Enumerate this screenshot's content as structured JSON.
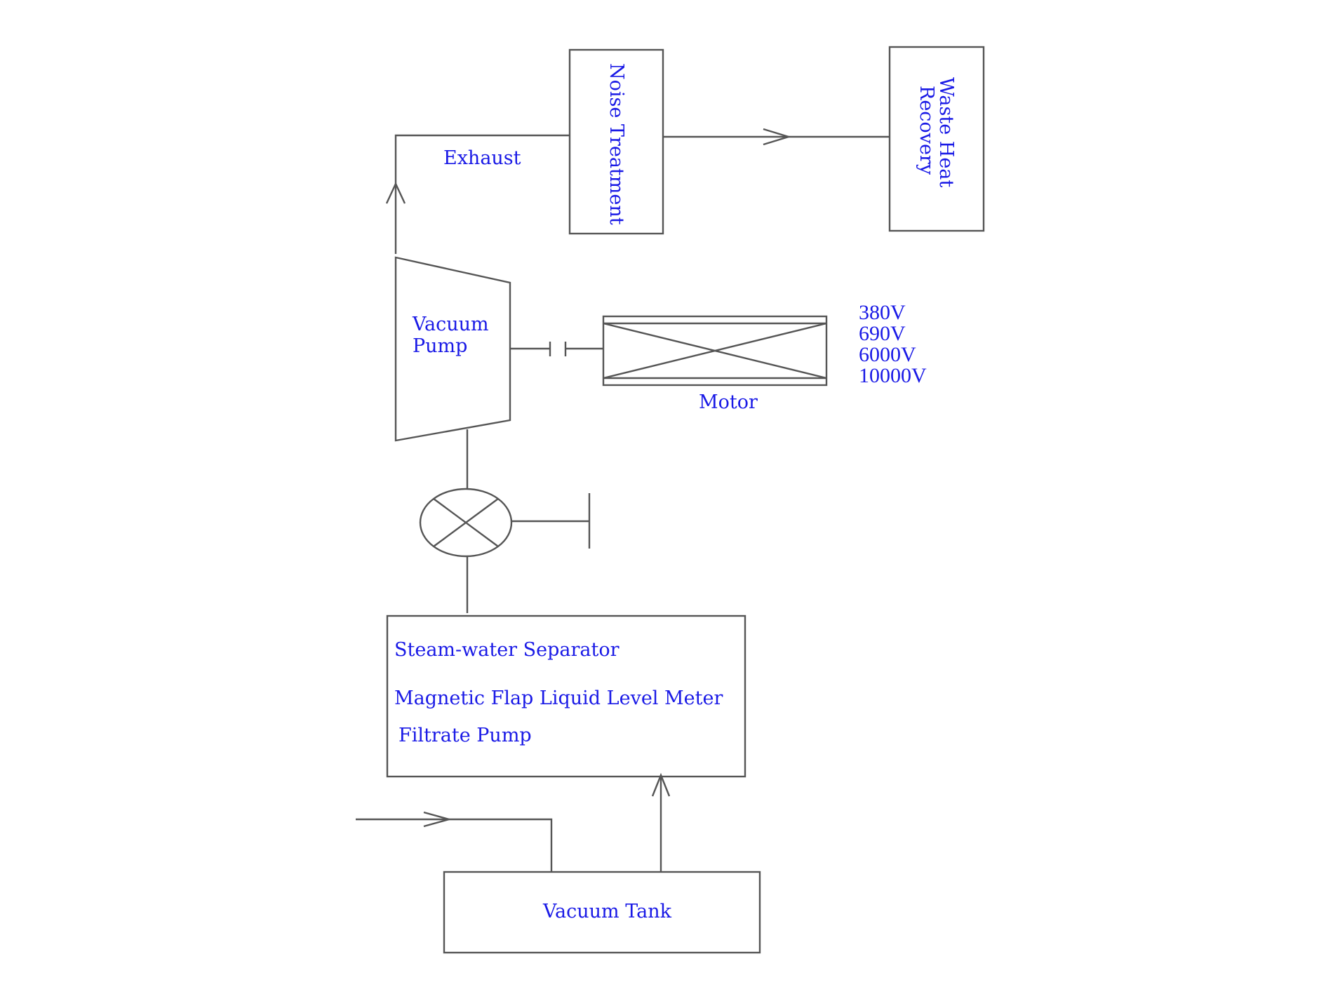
{
  "labels": {
    "exhaust": "Exhaust",
    "noise_treatment": "Noise Treatment",
    "waste_heat_line1": "Waste Heat",
    "waste_heat_line2": "Recovery",
    "vacuum_pump_line1": "Vacuum",
    "vacuum_pump_line2": "Pump",
    "motor": "Motor",
    "steam_water_separator": "Steam-water Separator",
    "magnetic_flap_meter": "Magnetic Flap Liquid Level Meter",
    "filtrate_pump": "Filtrate Pump",
    "vacuum_tank": "Vacuum Tank"
  },
  "voltages": [
    "380V",
    "690V",
    "6000V",
    "10000V"
  ],
  "colors": {
    "label_text": "#1a1ae6",
    "line": "#555555",
    "background": "#ffffff"
  }
}
